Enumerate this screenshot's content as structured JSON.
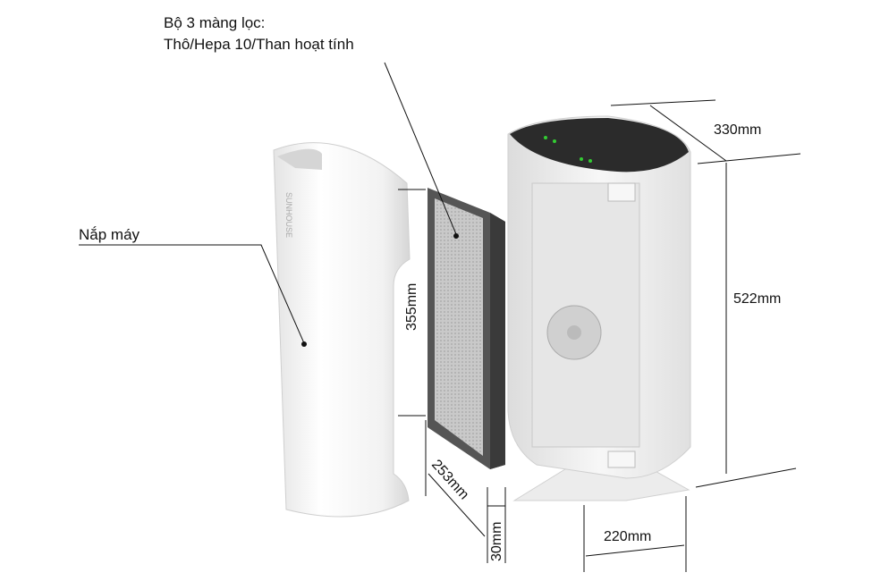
{
  "labels": {
    "filters_line1": "Bộ 3 màng lọc:",
    "filters_line2": "Thô/Hepa 10/Than hoạt tính",
    "cover": "Nắp máy",
    "cover_brand": "SUNHOUSE"
  },
  "dimensions": {
    "depth": "330mm",
    "height": "522mm",
    "width": "220mm",
    "filter_height": "355mm",
    "filter_width": "253mm",
    "filter_thickness": "30mm"
  }
}
